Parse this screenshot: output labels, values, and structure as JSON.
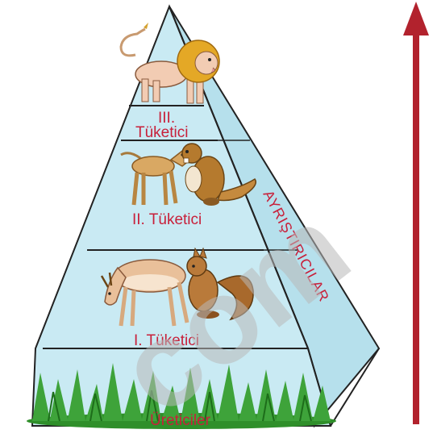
{
  "pyramid": {
    "levels": {
      "top": "III.",
      "top_line2": "Tüketici",
      "second": "II. Tüketici",
      "third": "I. Tüketici",
      "base": "Üreticiler"
    },
    "side_label": "AYRIŞTIRICILAR"
  },
  "watermark": {
    "text": "com"
  },
  "colors": {
    "pyramid_front": "#c9eaf3",
    "pyramid_side": "#b6e0ec",
    "outline": "#222222",
    "label": "#c8203a",
    "arrow": "#b2222d",
    "grass": "#3ea33a"
  },
  "icons": {
    "lion": "lion-icon",
    "fox": "fox-icon",
    "beaver": "beaver-icon",
    "antelope": "antelope-icon",
    "squirrel": "squirrel-icon",
    "grass": "grass-icon"
  }
}
